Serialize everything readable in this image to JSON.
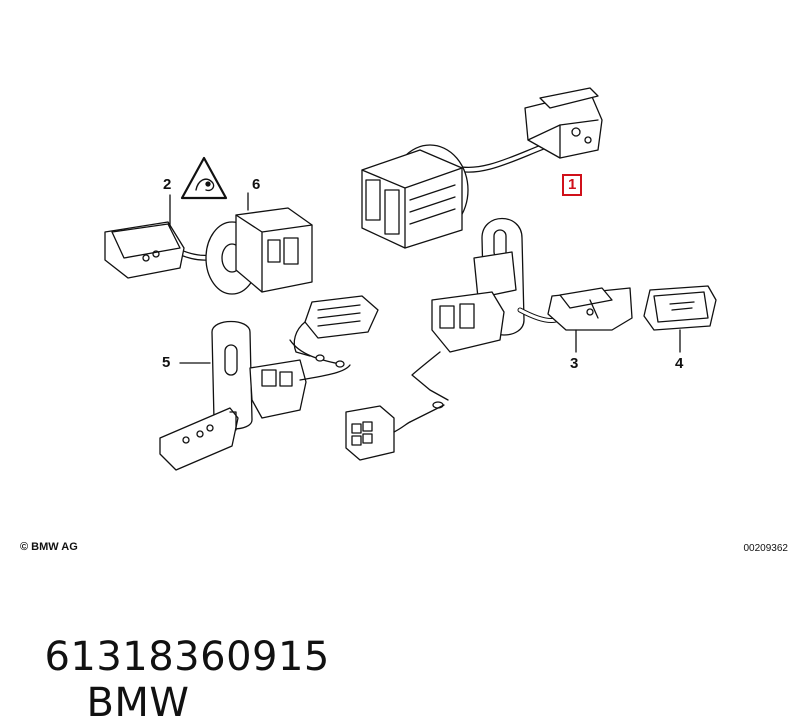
{
  "callouts": {
    "c1": "1",
    "c2": "2",
    "c3": "3",
    "c4": "4",
    "c5": "5",
    "c6": "6"
  },
  "footer": {
    "copyright": "© BMW AG",
    "image_code": "00209362"
  },
  "part": {
    "number": "61318360915",
    "brand": "BMW"
  },
  "colors": {
    "highlight": "#d0101a",
    "line": "#111111"
  },
  "icons": [
    "warning-triangle-icon"
  ]
}
